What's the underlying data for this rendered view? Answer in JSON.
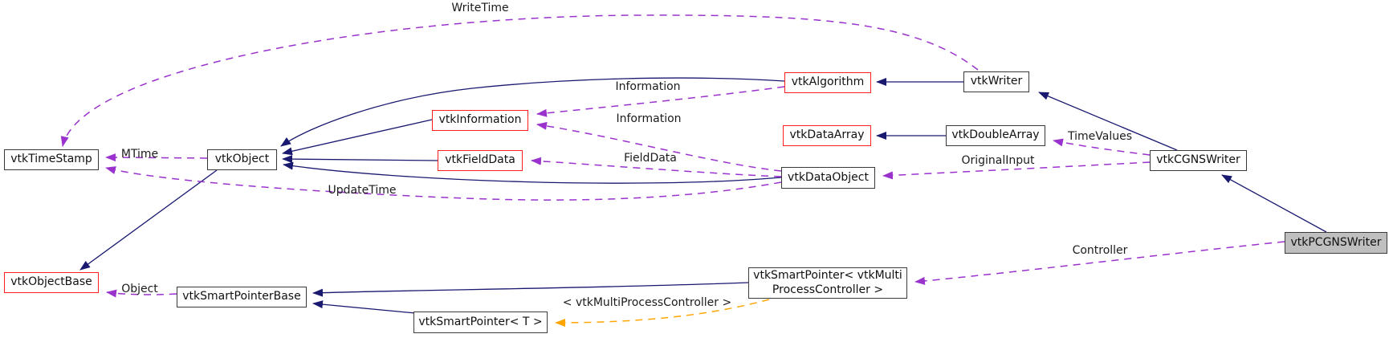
{
  "diagram": {
    "type": "doxygen-collaboration-graph",
    "focus_class": "vtkPCGNSWriter",
    "colors": {
      "inheritance_edge": "#191970",
      "usage_edge": "#9a32cd",
      "template_edge": "#ffa500",
      "node_fill": "#ffffff",
      "node_border": "#383838",
      "external_node_border": "#ff1f1f",
      "focus_node_fill": "#bfbfbf",
      "background": "#ffffff",
      "label_text": "#1b1b1b"
    },
    "nodes": {
      "vtkTimeStamp": {
        "label": "vtkTimeStamp",
        "style": "plain"
      },
      "vtkObject": {
        "label": "vtkObject",
        "style": "plain"
      },
      "vtkObjectBase": {
        "label": "vtkObjectBase",
        "style": "red-outline"
      },
      "vtkSmartPointerBase": {
        "label": "vtkSmartPointerBase",
        "style": "plain"
      },
      "vtkSmartPointerT": {
        "label": "vtkSmartPointer< T >",
        "style": "plain"
      },
      "vtkInformation": {
        "label": "vtkInformation",
        "style": "red-outline"
      },
      "vtkFieldData": {
        "label": "vtkFieldData",
        "style": "red-outline"
      },
      "vtkAlgorithm": {
        "label": "vtkAlgorithm",
        "style": "red-outline"
      },
      "vtkDataArray": {
        "label": "vtkDataArray",
        "style": "red-outline"
      },
      "vtkDataObject": {
        "label": "vtkDataObject",
        "style": "plain"
      },
      "vtkDoubleArray": {
        "label": "vtkDoubleArray",
        "style": "plain"
      },
      "vtkWriter": {
        "label": "vtkWriter",
        "style": "plain"
      },
      "vtkCGNSWriter": {
        "label": "vtkCGNSWriter",
        "style": "plain"
      },
      "vtkSmartPointerMPC": {
        "lines": [
          "vtkSmartPointer< vtkMulti",
          "ProcessController >"
        ],
        "style": "plain"
      },
      "vtkPCGNSWriter": {
        "label": "vtkPCGNSWriter",
        "style": "focus"
      }
    },
    "edges": [
      {
        "from": "vtkWriter",
        "to": "vtkTimeStamp",
        "type": "usage",
        "label": "WriteTime"
      },
      {
        "from": "vtkObject",
        "to": "vtkTimeStamp",
        "type": "usage",
        "label": "MTime"
      },
      {
        "from": "vtkDataObject",
        "to": "vtkTimeStamp",
        "type": "usage",
        "label": "UpdateTime"
      },
      {
        "from": "vtkAlgorithm",
        "to": "vtkInformation",
        "type": "usage",
        "label": "Information"
      },
      {
        "from": "vtkDataObject",
        "to": "vtkInformation",
        "type": "usage",
        "label": "Information"
      },
      {
        "from": "vtkDataObject",
        "to": "vtkFieldData",
        "type": "usage",
        "label": "FieldData"
      },
      {
        "from": "vtkCGNSWriter",
        "to": "vtkDataObject",
        "type": "usage",
        "label": "OriginalInput"
      },
      {
        "from": "vtkCGNSWriter",
        "to": "vtkDoubleArray",
        "type": "usage",
        "label": "TimeValues"
      },
      {
        "from": "vtkPCGNSWriter",
        "to": "vtkSmartPointerMPC",
        "type": "usage",
        "label": "Controller"
      },
      {
        "from": "vtkSmartPointerBase",
        "to": "vtkObjectBase",
        "type": "usage",
        "label": "Object"
      },
      {
        "from": "vtkSmartPointerMPC",
        "to": "vtkSmartPointerT",
        "type": "template",
        "label": "< vtkMultiProcessController >"
      },
      {
        "from": "vtkObject",
        "to": "vtkObjectBase",
        "type": "inheritance"
      },
      {
        "from": "vtkInformation",
        "to": "vtkObject",
        "type": "inheritance"
      },
      {
        "from": "vtkFieldData",
        "to": "vtkObject",
        "type": "inheritance"
      },
      {
        "from": "vtkAlgorithm",
        "to": "vtkObject",
        "type": "inheritance"
      },
      {
        "from": "vtkDataObject",
        "to": "vtkObject",
        "type": "inheritance"
      },
      {
        "from": "vtkWriter",
        "to": "vtkAlgorithm",
        "type": "inheritance"
      },
      {
        "from": "vtkDoubleArray",
        "to": "vtkDataArray",
        "type": "inheritance"
      },
      {
        "from": "vtkCGNSWriter",
        "to": "vtkWriter",
        "type": "inheritance"
      },
      {
        "from": "vtkPCGNSWriter",
        "to": "vtkCGNSWriter",
        "type": "inheritance"
      },
      {
        "from": "vtkSmartPointerT",
        "to": "vtkSmartPointerBase",
        "type": "inheritance"
      },
      {
        "from": "vtkSmartPointerMPC",
        "to": "vtkSmartPointerBase",
        "type": "inheritance"
      }
    ]
  }
}
